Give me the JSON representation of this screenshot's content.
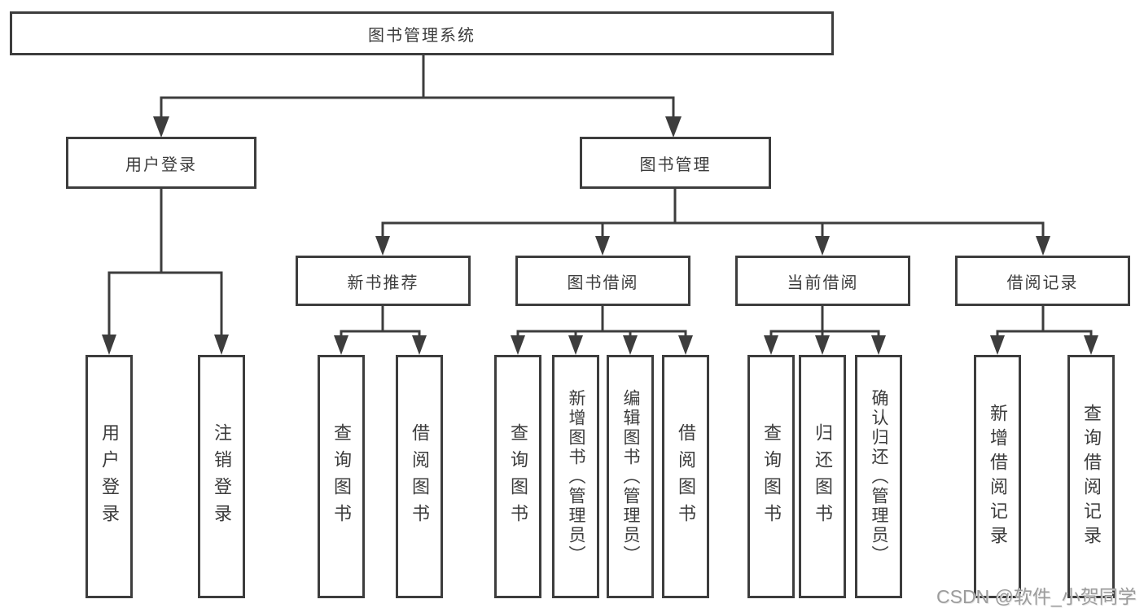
{
  "colors": {
    "line": "#3d3d3d",
    "box_border": "#3d3d3d",
    "text": "#3c3c3c",
    "watermark": "#9c9c9c",
    "background": "#ffffff"
  },
  "tree": {
    "root": {
      "label": "图书管理系统",
      "children": [
        {
          "label": "用户登录",
          "children": [
            {
              "label": "用户登录"
            },
            {
              "label": "注销登录"
            }
          ]
        },
        {
          "label": "图书管理",
          "children": [
            {
              "label": "新书推荐",
              "children": [
                {
                  "label": "查询图书"
                },
                {
                  "label": "借阅图书"
                }
              ]
            },
            {
              "label": "图书借阅",
              "children": [
                {
                  "label": "查询图书"
                },
                {
                  "label": "新增图书（管理员）"
                },
                {
                  "label": "编辑图书（管理员）"
                },
                {
                  "label": "借阅图书"
                }
              ]
            },
            {
              "label": "当前借阅",
              "children": [
                {
                  "label": "查询图书"
                },
                {
                  "label": "归还图书"
                },
                {
                  "label": "确认归还（管理员）"
                }
              ]
            },
            {
              "label": "借阅记录",
              "children": [
                {
                  "label": "新增借阅记录"
                },
                {
                  "label": "查询借阅记录"
                }
              ]
            }
          ]
        }
      ]
    }
  },
  "watermark": {
    "text": "CSDN @软件_小贺同学"
  }
}
